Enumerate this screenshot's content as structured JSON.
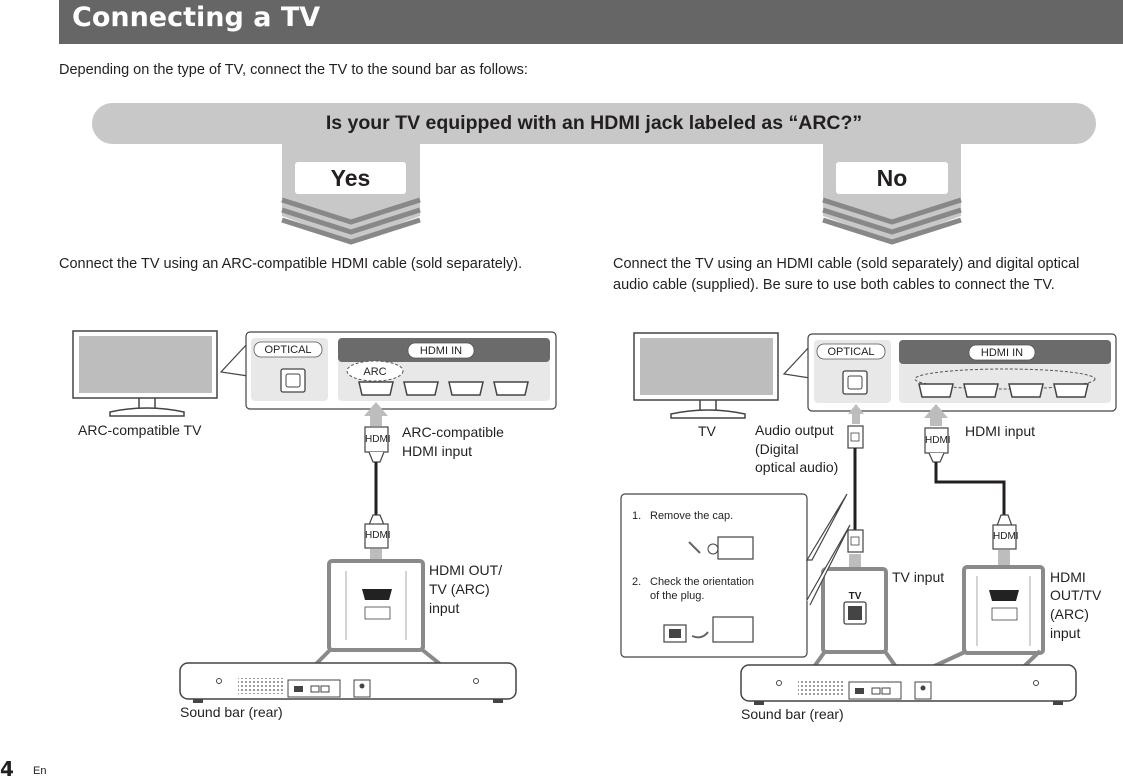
{
  "page": {
    "title": "Connecting a TV",
    "intro": "Depending on the type of TV, connect the TV to the sound bar as follows:",
    "question": "Is your TV equipped with an HDMI jack labeled as “ARC?”",
    "footer": {
      "page_number": "4",
      "language": "En"
    }
  },
  "yes_branch": {
    "answer": "Yes",
    "instruction": "Connect the TV using an ARC-compatible HDMI cable (sold separately).",
    "panel": {
      "optical": "OPTICAL",
      "hdmi_in": "HDMI IN",
      "arc": "ARC"
    },
    "labels": {
      "tv": "ARC-compatible TV",
      "tv_input_line1": "ARC-compatible",
      "tv_input_line2": "HDMI input",
      "out_line1": "HDMI OUT/",
      "out_line2": "TV (ARC)",
      "out_line3": "input",
      "soundbar": "Sound bar (rear)",
      "plug": "HDMI"
    }
  },
  "no_branch": {
    "answer": "No",
    "instruction": "Connect the TV using an HDMI cable (sold separately) and digital optical audio cable (supplied). Be sure to use both cables to connect the TV.",
    "panel": {
      "optical": "OPTICAL",
      "hdmi_in": "HDMI IN"
    },
    "labels": {
      "tv": "TV",
      "audio_line1": "Audio output",
      "audio_line2": "(Digital",
      "audio_line3": "optical audio)",
      "hdmi_input": "HDMI input",
      "tv_input": "TV input",
      "out_line1": "HDMI",
      "out_line2": "OUT/TV",
      "out_line3": "(ARC)",
      "out_line4": "input",
      "soundbar": "Sound bar (rear)",
      "plug": "HDMI",
      "tv_jack": "TV"
    },
    "steps": [
      {
        "num": "1.",
        "text": "Remove the cap."
      },
      {
        "num": "2.",
        "text_line1": "Check the orientation",
        "text_line2": "of the plug."
      }
    ]
  }
}
